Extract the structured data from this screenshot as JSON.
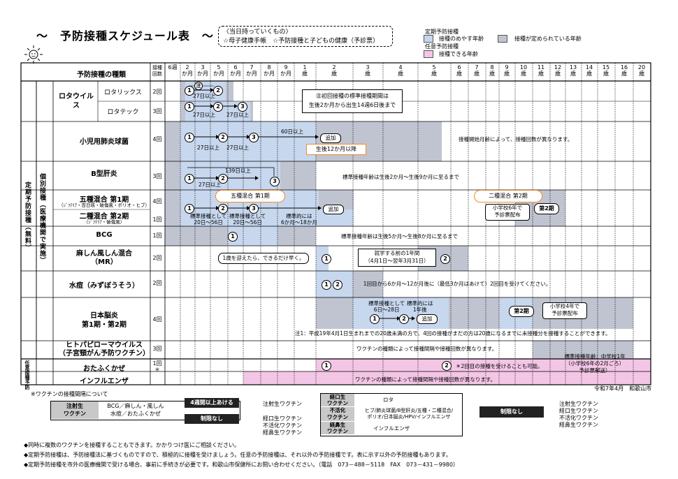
{
  "title": "～　予防接種スケジュール表　～",
  "bring": {
    "heading": "〈当日持っていくもの〉",
    "items": "☆母子健康手帳　☆予防接種と子どもの健康（予診票）"
  },
  "legend": {
    "routine_label": "定期予防接種",
    "recommended": "接種のめやす年齢",
    "allowed": "接種が定められている年齢",
    "optional_label": "任意予防接種",
    "optional_age": "接種できる年齢",
    "colors": {
      "recommended": "#c7d7ee",
      "allowed": "#c0c4d0",
      "optional": "#f4c6e6"
    }
  },
  "header": {
    "vaccine_type": "予防接種の種類",
    "dose_count": "接種回数",
    "ages": [
      "6週",
      "2か月",
      "3か月",
      "5か月",
      "6か月",
      "7か月",
      "8か月",
      "9か月",
      "1歳",
      "2歳",
      "3歳",
      "4歳",
      "5歳",
      "6歳",
      "7歳",
      "8歳",
      "9歳",
      "10歳",
      "11歳",
      "12歳",
      "13歳",
      "14歳",
      "15歳",
      "16歳",
      "20歳"
    ]
  },
  "side": {
    "routine": "定期予防接種（無料）",
    "individual": "個別接種（医療機関で実施）",
    "optional": "任意接種予防"
  },
  "rows": {
    "rota": {
      "name": "ロタウイルス",
      "sub1": "ロタリックス",
      "sub1_doses": "2回",
      "sub2": "ロタテック",
      "sub2_doses": "3回",
      "interval": "27日以上",
      "note": "㊟初回接種の標準接種期間は\n生後2か月から出生14週6日後まで",
      "chu": "注"
    },
    "hib": {
      "name": "小児用肺炎球菌",
      "doses": "4回",
      "i1": "27日以上",
      "i2": "27日以上",
      "i3": "60日以上",
      "add": "追加",
      "after12": "生後12か月以降",
      "note": "接種開始月齢によって、接種回数が異なります。"
    },
    "hepb": {
      "name": "B型肝炎",
      "doses": "3回",
      "i1": "27日以上",
      "i2": "139日以上",
      "note": "標準接種年齢は生後2か月～生後9か月に至るまで"
    },
    "five": {
      "name1": "五種混合 第1期",
      "sub1": "（ｼﾞﾌﾃﾘｱ・百日咳・破傷風・ポリオ・ヒブ）",
      "doses1": "4回",
      "name2": "二種混合 第2期",
      "sub2": "（ｼﾞﾌﾃﾘｱ・破傷風）",
      "doses2": "1回",
      "pill1": "五種混合 第1期",
      "pill2": "二種混合 第2期",
      "std1": "標準接種として\n20日～56日",
      "std2": "標準接種として\n20日～56日",
      "std3": "標準的には\n6か月～18か月",
      "add": "追加",
      "stage2": "第2期",
      "sixth": "小学校6年で\n予診票配布"
    },
    "bcg": {
      "name": "BCG",
      "doses": "1回",
      "note": "標準接種年齢は生後5か月～生後8か月に至るまで"
    },
    "mr": {
      "name": "麻しん風しん混合\n（MR）",
      "doses": "2回",
      "note1": "1歳を迎えたら、できるだけ早く。",
      "note2": "就学する前の1年間\n（4月1日～翌年3月31日）"
    },
    "vari": {
      "name": "水痘（みずぼうそう）",
      "doses": "2回",
      "note": "1回目から6か月～12か月後に（最低3か月はあけて）2回目を受けてください。"
    },
    "je": {
      "name": "日本脳炎\n第1期・第2期",
      "doses": "4回",
      "std1": "標準接種として\n6日～28日",
      "std2": "標準的には\n1年後",
      "add": "追加",
      "stage2": "第2期",
      "fourth": "小学校4年で\n予診票配布",
      "note": "注1：平成19年4月1日生まれまでの20歳未満の方で、4回の接種がまだの方は20歳になるまでに未接種分を接種することができます。"
    },
    "hpv": {
      "name": "ヒトパピローマウイルス\n（子宮頸がん予防ワクチン）",
      "doses": "3回",
      "note": "ワクチンの種類によって接種間隔や接種回数が異なります。",
      "school": "標準接種年齢：中学校1年\n（小学校6年の2月ごろ）\n予診票郵送）"
    },
    "mumps": {
      "name": "おたふくかぜ",
      "doses": "1回\n＊",
      "note": "＊2回目の接種を受けることも可能。"
    },
    "flu": {
      "name": "インフルエンザ",
      "note": "ワクチンの種類によって接種間隔や接種回数が異なります。"
    }
  },
  "date": "令和7年4月　和歌山市",
  "interval": {
    "heading": "※ワクチンの接種間隔について",
    "inj": "注射生\nワクチン",
    "inj_list": "BCG／麻しん・風しん\n水痘／おたふくかぜ",
    "four_weeks": "4週間以上あける",
    "no_limit": "制限なし",
    "target1": "注射生ワクチン",
    "target2": "経口生ワクチン\n不活化ワクチン\n経鼻生ワクチン",
    "oral": "経口生\nワクチン",
    "oral_list": "ロタ",
    "inact": "不活化\nワクチン",
    "inact_list": "ヒブ/肺炎球菌/B型肝炎/五種・二種混合/\nポリオ/日本脳炎/HPV/インフルエンザ",
    "nasal": "経鼻生\nワクチン",
    "nasal_list": "インフルエンザ",
    "no_limit2": "制限なし",
    "target3": "注射生ワクチン\n経口生ワクチン\n不活化ワクチン\n経鼻生ワクチン"
  },
  "footnotes": [
    "◆同時に複数のワクチンを接種することもできます。かかりつけ医にご相談ください。",
    "◆定期予防接種は、予防接種法に基づくものですので、積極的に接種を受けましょう。任意の予防接種は、それ以外の予防接種です。表に示す以外の予防接種もあります。",
    "◆定期予防接種を市外の医療機関で受ける場合、事前に手続きが必要です。和歌山市保健所にお問い合わせください。（電話　073－488－5118　FAX　073－431－9980）"
  ]
}
